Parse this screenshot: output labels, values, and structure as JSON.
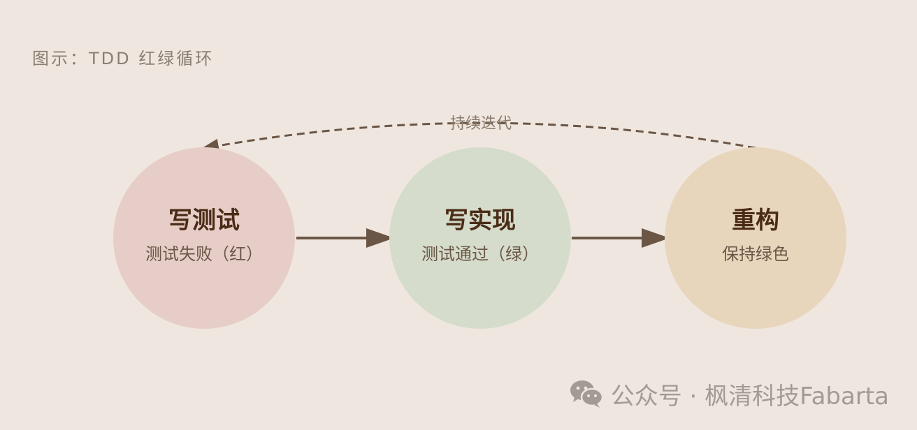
{
  "caption": "图示：TDD 红绿循环",
  "loop_label": "持续迭代",
  "nodes": [
    {
      "title": "写测试",
      "subtitle": "测试失败（红）",
      "color": "#e7cdc7"
    },
    {
      "title": "写实现",
      "subtitle": "测试通过（绿）",
      "color": "#d6dccb"
    },
    {
      "title": "重构",
      "subtitle": "保持绿色",
      "color": "#e8d6bc"
    }
  ],
  "colors": {
    "background": "#efe7df",
    "arrow": "#6b5646",
    "title_text": "#4a2c16",
    "subtitle_text": "#6b5747"
  },
  "icons": {
    "watermark": "wechat-icon"
  },
  "watermark": {
    "text": "公众号 · 枫清科技Fabarta"
  }
}
